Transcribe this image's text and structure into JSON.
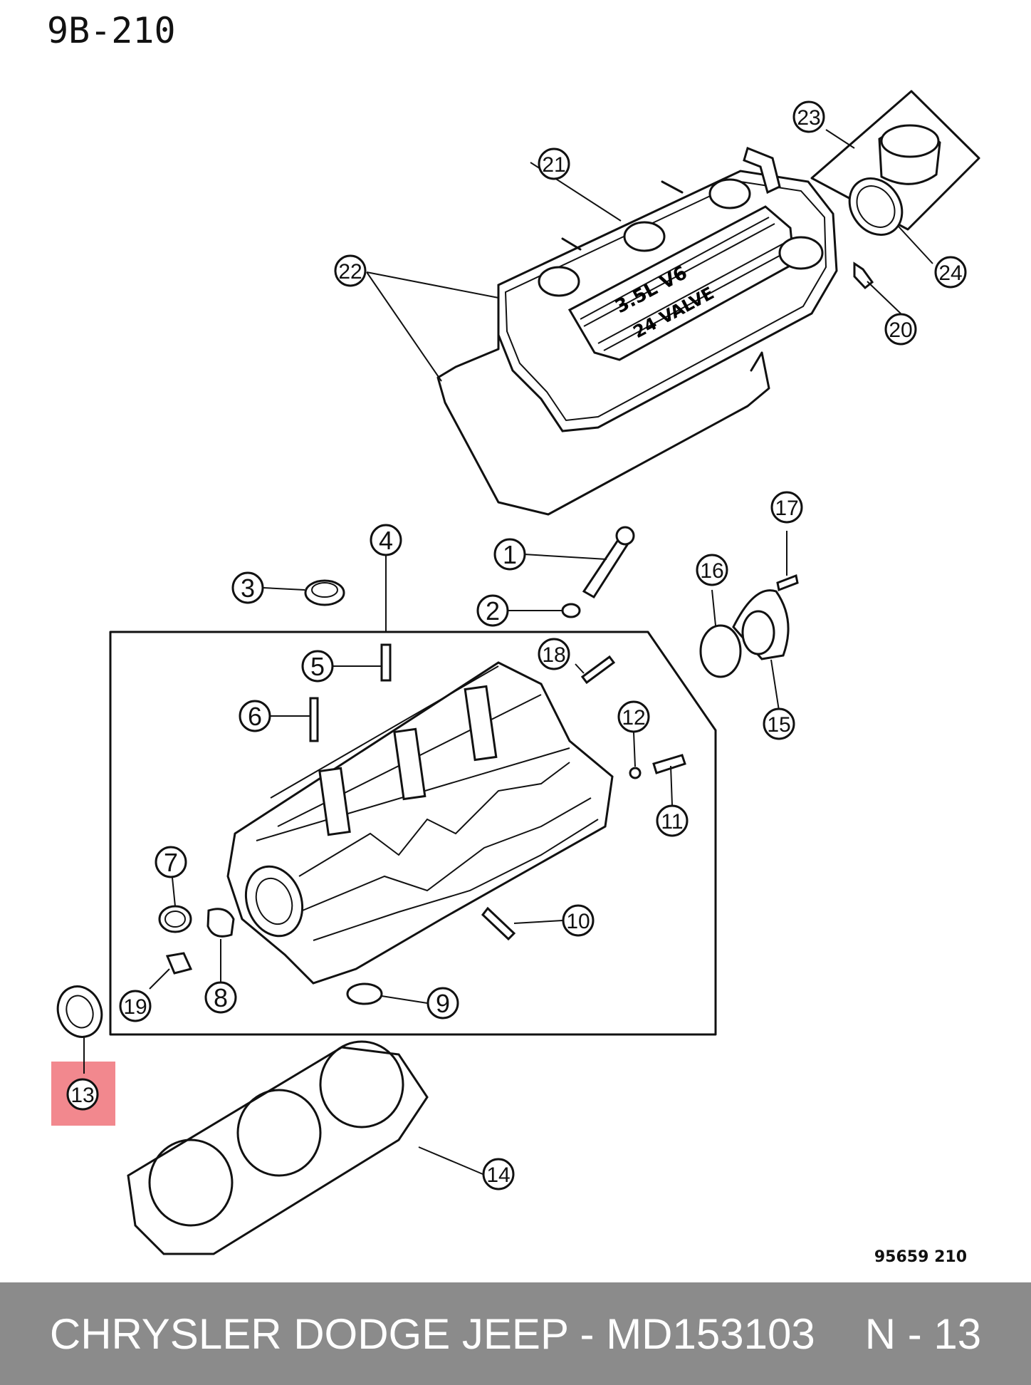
{
  "header": {
    "sheet_code": "9B-210"
  },
  "callouts": [
    {
      "id": "c1",
      "label": "1"
    },
    {
      "id": "c2",
      "label": "2"
    },
    {
      "id": "c3",
      "label": "3"
    },
    {
      "id": "c4",
      "label": "4"
    },
    {
      "id": "c5",
      "label": "5"
    },
    {
      "id": "c6",
      "label": "6"
    },
    {
      "id": "c7",
      "label": "7"
    },
    {
      "id": "c8",
      "label": "8"
    },
    {
      "id": "c9",
      "label": "9"
    },
    {
      "id": "c10",
      "label": "10"
    },
    {
      "id": "c11",
      "label": "11"
    },
    {
      "id": "c12",
      "label": "12"
    },
    {
      "id": "c13",
      "label": "13"
    },
    {
      "id": "c14",
      "label": "14"
    },
    {
      "id": "c15",
      "label": "15"
    },
    {
      "id": "c16",
      "label": "16"
    },
    {
      "id": "c17",
      "label": "17"
    },
    {
      "id": "c18",
      "label": "18"
    },
    {
      "id": "c19",
      "label": "19"
    },
    {
      "id": "c20",
      "label": "20"
    },
    {
      "id": "c21",
      "label": "21"
    },
    {
      "id": "c22",
      "label": "22"
    },
    {
      "id": "c23",
      "label": "23"
    },
    {
      "id": "c24",
      "label": "24"
    }
  ],
  "cover_labels": {
    "line1": "3.5L V6",
    "line2": "24 VALVE"
  },
  "highlighted_callout": "13",
  "highlight_color": "#f2888e",
  "figure_code": "95659  210",
  "footer": {
    "part_text": "CHRYSLER DODGE JEEP - MD153103",
    "page_text": "N - 13"
  }
}
